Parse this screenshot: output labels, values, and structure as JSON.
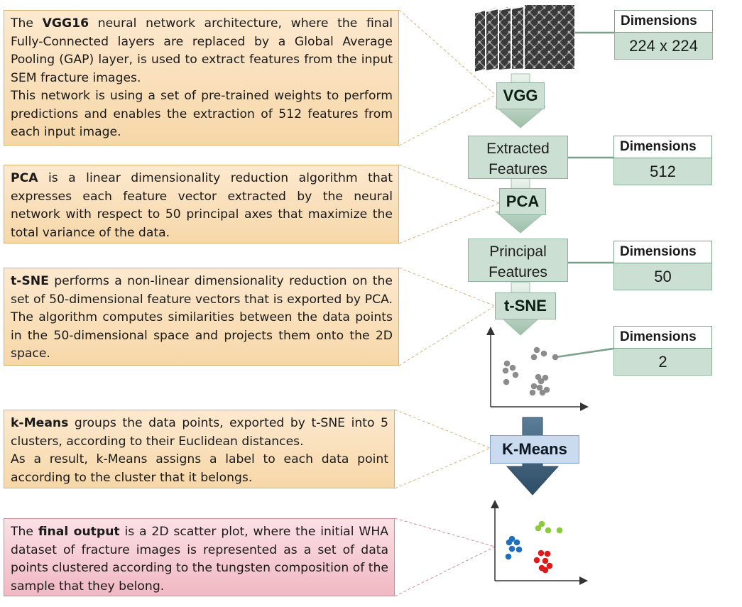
{
  "descriptions": {
    "vgg": {
      "bold": "VGG16",
      "pre": "The ",
      "post": " neural network architecture, where the final Fully-Connected layers are replaced by a Global Average Pooling (GAP) layer, is used to extract features from the input SEM fracture images.",
      "para2": "This network is using a set of pre-trained weights to perform predictions and enables the extraction of 512 features from each input image."
    },
    "pca": {
      "bold": "PCA",
      "post": " is a linear dimensionality reduction algorithm that expresses each feature vector extracted by the neural network with respect to 50 principal axes that maximize the total variance of the data."
    },
    "tsne": {
      "bold": "t-SNE",
      "post": " performs a non-linear dimensionality reduction on the set of 50-dimensional feature vectors that is exported by PCA. The algorithm computes similarities between the data points in the 50-dimensional space and projects them onto the 2D space."
    },
    "kmeans": {
      "bold": "k-Means",
      "post": " groups the data points, exported by t-SNE into 5 clusters, according to their Euclidean distances.",
      "para2": "As a result, k-Means assigns a label to each data point according to the cluster that it belongs."
    },
    "final": {
      "pre": "The ",
      "bold": "final output",
      "post": " is a 2D scatter plot, where the initial WHA dataset of fracture images is represented as a set of data points clustered according to the tungsten composition of the sample that they belong."
    }
  },
  "steps": {
    "vgg": "VGG",
    "extracted_line1": "Extracted",
    "extracted_line2": "Features",
    "pca": "PCA",
    "principal_line1": "Principal",
    "principal_line2": "Features",
    "tsne": "t-SNE",
    "kmeans": "K-Means"
  },
  "dimensions": {
    "header": "Dimensions",
    "input": "224 x 224",
    "extracted": "512",
    "principal": "50",
    "embedded": "2"
  },
  "colors": {
    "step_green": "#cbdfd3",
    "step_blue": "#cbdbef",
    "desc_orange": "#f6d7a8",
    "desc_pink": "#f1b8c3",
    "cluster_blue": "#1f6fbf",
    "cluster_green": "#8ccc3c",
    "cluster_red": "#e01818",
    "points_gray": "#8c8c8c"
  },
  "icons": {
    "input_images": "sem-image-stack-icon",
    "embedding_plot": "scatter-plot-icon",
    "clustered_plot": "clustered-scatter-plot-icon"
  }
}
